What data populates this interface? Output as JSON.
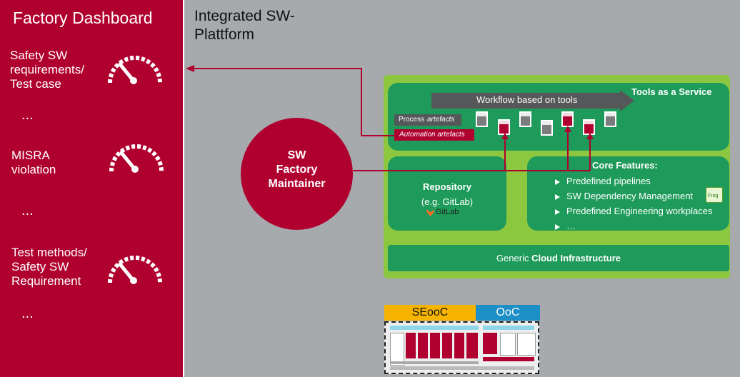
{
  "left": {
    "title": "Factory Dashboard",
    "items": [
      {
        "label": "Safety SW\nrequirements/\nTest case",
        "icon": "speedometer-icon"
      },
      {
        "label": "MISRA\nviolation",
        "icon": "speedometer-icon"
      },
      {
        "label": "Test methods/\nSafety SW\nRequirement",
        "icon": "speedometer-icon"
      }
    ],
    "ellipsis": [
      "...",
      "...",
      "..."
    ]
  },
  "platform": {
    "title": "Integrated SW-\nPlattform",
    "workflow": "Workflow based on tools",
    "taas": "Tools as a Service",
    "process_prefix": "Process ",
    "process_em": "artefacts",
    "automation": "Automation artefacts",
    "repository": {
      "title": "Repository",
      "sub": "(e.g. GitLab)",
      "logo": "GitLab"
    },
    "core": {
      "title": "Core Features",
      "colon": ":",
      "items": [
        "Predefined pipelines",
        "SW Dependency Management",
        "Predefined Engineering workplaces",
        "…"
      ]
    },
    "jfrog_logo": "Frog",
    "cloud_prefix": "Generic ",
    "cloud_bold": "Cloud Infrastructure"
  },
  "maintainer": "SW\nFactory\nMaintainer",
  "thumb": {
    "seooc": "SEooC",
    "ooc": "OoC"
  },
  "colors": {
    "red": "#b0002f",
    "gray": "#a7aaad",
    "lime": "#8dc63f",
    "green": "#1e9b5a",
    "yellow": "#f6b400",
    "blue": "#1c8fc6"
  }
}
